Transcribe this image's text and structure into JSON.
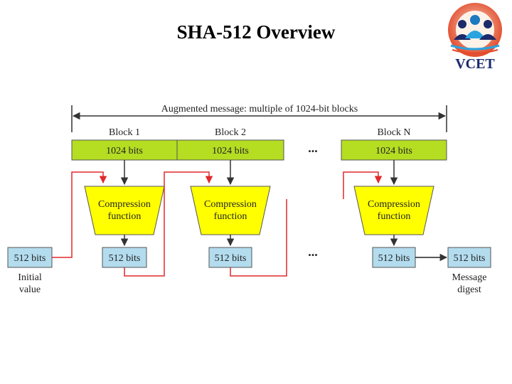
{
  "slide": {
    "title": "SHA-512 Overview"
  },
  "logo": {
    "text": "VCET"
  },
  "diagram": {
    "span_label": "Augmented message: multiple of 1024-bit blocks",
    "blocks": [
      {
        "name": "Block 1",
        "bits": "1024 bits"
      },
      {
        "name": "Block 2",
        "bits": "1024 bits"
      },
      {
        "name": "Block N",
        "bits": "1024 bits"
      }
    ],
    "ellipsis": "...",
    "compression_line1": "Compression",
    "compression_line2": "function",
    "state_label": "512 bits",
    "initial_line1": "Initial",
    "initial_line2": "value",
    "digest_line1": "Message",
    "digest_line2": "digest",
    "colors": {
      "block_fill": "#b5dd22",
      "compress_fill": "#ffff00",
      "state_fill": "#b3dcee",
      "feedback": "#e0292b",
      "line": "#333333"
    }
  }
}
